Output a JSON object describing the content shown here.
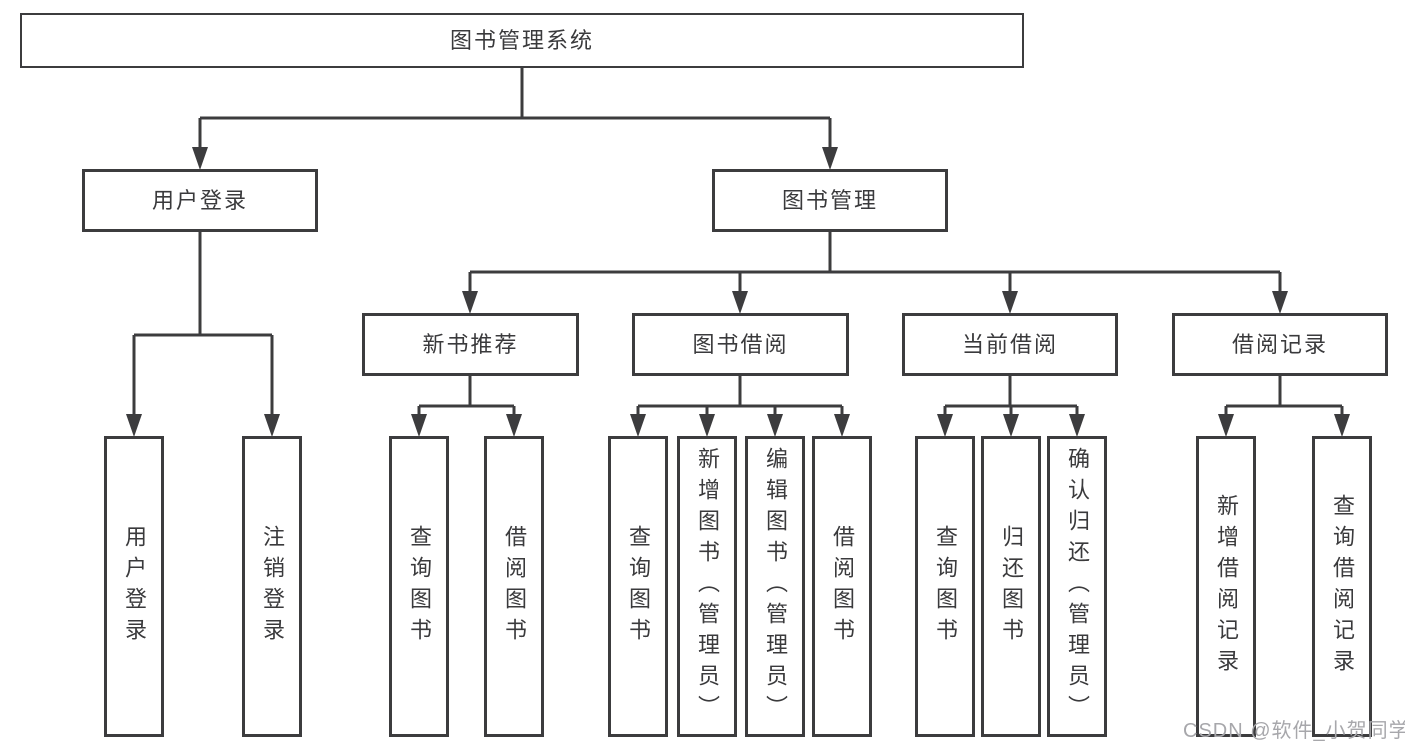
{
  "diagram_title": "图书管理系统",
  "nodes": {
    "root": "图书管理系统",
    "user_login": "用户登录",
    "book_mgmt": "图书管理",
    "new_book": "新书推荐",
    "book_borrow": "图书借阅",
    "current_borrow": "当前借阅",
    "borrow_records": "借阅记录",
    "leaf_user_login": "用户登录",
    "leaf_logout": "注销登录",
    "leaf_nb_query": "查询图书",
    "leaf_nb_borrow": "借阅图书",
    "leaf_bb_query": "查询图书",
    "leaf_bb_add": "新增图书（管理员）",
    "leaf_bb_edit": "编辑图书（管理员）",
    "leaf_bb_borrow": "借阅图书",
    "leaf_cb_query": "查询图书",
    "leaf_cb_return": "归还图书",
    "leaf_cb_confirm": "确认归还（管理员）",
    "leaf_br_add": "新增借阅记录",
    "leaf_br_query": "查询借阅记录"
  },
  "hierarchy": {
    "图书管理系统": {
      "用户登录": [
        "用户登录",
        "注销登录"
      ],
      "图书管理": {
        "新书推荐": [
          "查询图书",
          "借阅图书"
        ],
        "图书借阅": [
          "查询图书",
          "新增图书（管理员）",
          "编辑图书（管理员）",
          "借阅图书"
        ],
        "当前借阅": [
          "查询图书",
          "归还图书",
          "确认归还（管理员）"
        ],
        "借阅记录": [
          "新增借阅记录",
          "查询借阅记录"
        ]
      }
    }
  },
  "watermark": "CSDN @软件_小贺同学",
  "colors": {
    "line": "#3c3c3e",
    "text": "#3a3a3c",
    "box_fill": "#ffffff",
    "background": "#ffffff",
    "watermark": "#a7a7ab"
  }
}
